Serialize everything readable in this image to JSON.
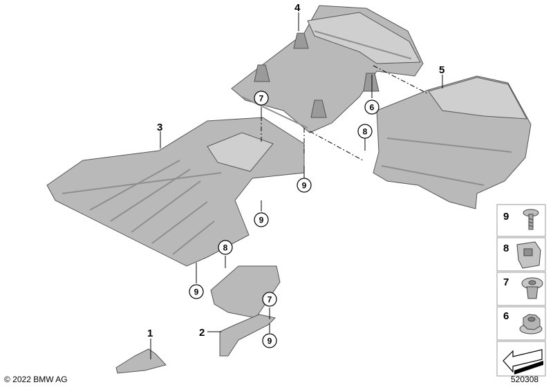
{
  "callouts": {
    "part1": "1",
    "part2": "2",
    "part3": "3",
    "part4": "4",
    "part5": "5",
    "fastener6_a": "6",
    "fastener7_a": "7",
    "fastener7_b": "7",
    "fastener8_a": "8",
    "fastener8_b": "8",
    "fastener9_a": "9",
    "fastener9_b": "9",
    "fastener9_c": "9",
    "fastener9_d": "9"
  },
  "legend": [
    {
      "number": "9",
      "icon": "screw-icon"
    },
    {
      "number": "8",
      "icon": "clip-nut-icon"
    },
    {
      "number": "7",
      "icon": "expanding-rivet-icon"
    },
    {
      "number": "6",
      "icon": "hex-nut-icon"
    },
    {
      "number": "",
      "icon": "direction-arrow-icon"
    }
  ],
  "footer": {
    "copyright": "© 2022 BMW AG",
    "diagram_number": "520308"
  }
}
